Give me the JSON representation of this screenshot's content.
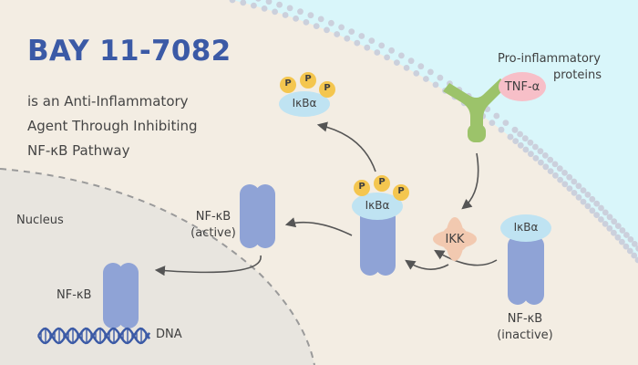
{
  "title": "BAY 11-7082",
  "subtitle_lines": [
    "is an Anti-Inflammatory",
    "Agent Through Inhibiting",
    "NF-κB Pathway"
  ],
  "labels": {
    "pro_inflammatory_1": "Pro-inflammatory",
    "pro_inflammatory_2": "proteins",
    "tnf": "TNF-α",
    "ikba": "IκBα",
    "phospho": "P",
    "ikk": "IKK",
    "nfkb": "NF-κB",
    "inactive": "(inactive)",
    "active": "(active)",
    "nucleus": "Nucleus",
    "dna": "DNA"
  },
  "colors": {
    "background": "#f3ede3",
    "nucleus": "#e8e5df",
    "extracellular": "#d9f6fa",
    "membrane_bead": "#cbd0dc",
    "nfkb": "#8fa3d6",
    "ikba": "#bfe3f2",
    "phospho": "#f4c64f",
    "ikk": "#f2c9b0",
    "receptor": "#9cc36a",
    "tnf": "#f7bfc8",
    "title": "#3b5aa6",
    "arrow": "#555555"
  }
}
